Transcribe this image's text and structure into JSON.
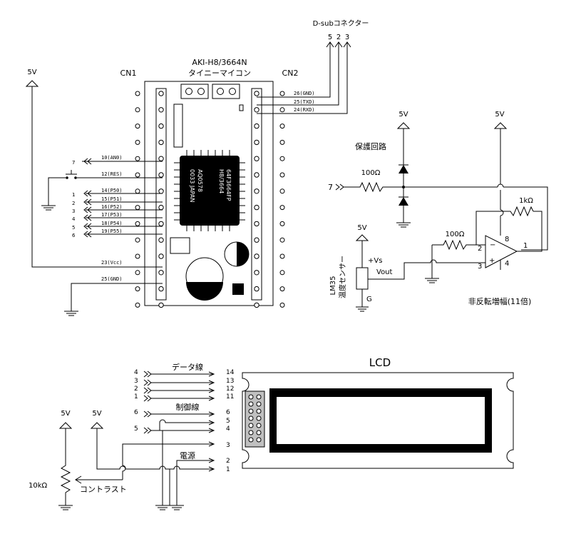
{
  "colors": {
    "ink": "#000000",
    "paper": "#ffffff",
    "lcd_frame": "#000000",
    "header_gray": "#c0c0c0"
  },
  "labels": {
    "dsub_title": "D-subコネクター",
    "dsub_pins": [
      "5",
      "2",
      "3"
    ],
    "mcu_name": "AKI-H8/3664N",
    "mcu_sub": "タイニーマイコン",
    "cn1": "CN1",
    "cn2": "CN2",
    "v5": "5V",
    "chip_line1": "64F3664FP",
    "chip_line2": "H8/3664",
    "chip_line3": "AQ0578",
    "chip_line4": "0033 JAPAN",
    "protect_title": "保護回路",
    "r100_a": "100Ω",
    "r100_b": "100Ω",
    "r1k": "1kΩ",
    "amp_title": "非反転増幅(11倍)",
    "lm35": "LM35",
    "temp_sensor": "温度センサー",
    "vs": "+Vs",
    "vout": "Vout",
    "gnd_g": "G",
    "op_pin2": "2",
    "op_pin3": "3",
    "op_pin8": "8",
    "op_pin4": "4",
    "op_pin1": "1",
    "op_minus": "−",
    "op_plus": "+",
    "node7": "7",
    "lcd": "LCD",
    "data_bus": "データ線",
    "control": "制御線",
    "power": "電源",
    "contrast": "コントラスト",
    "pot": "10kΩ"
  },
  "cn1_signals": [
    {
      "pin": "10(AN0)",
      "tag": "7"
    },
    {
      "pin": "12(RES)",
      "tag": ""
    },
    {
      "pin": "14(P50)",
      "tag": "1"
    },
    {
      "pin": "15(P51)",
      "tag": "2"
    },
    {
      "pin": "16(P52)",
      "tag": "3"
    },
    {
      "pin": "17(P53)",
      "tag": "4"
    },
    {
      "pin": "18(P54)",
      "tag": "5"
    },
    {
      "pin": "19(P55)",
      "tag": "6"
    },
    {
      "pin": "23(Vcc)",
      "tag": ""
    },
    {
      "pin": "25(GND)",
      "tag": ""
    }
  ],
  "cn2_signals": [
    "26(GND)",
    "25(TXD)",
    "24(RXD)"
  ],
  "lcd_data_lines": [
    {
      "tag": "4",
      "pin": "14"
    },
    {
      "tag": "3",
      "pin": "13"
    },
    {
      "tag": "2",
      "pin": "12"
    },
    {
      "tag": "1",
      "pin": "11"
    }
  ],
  "lcd_ctrl_lines": [
    {
      "tag": "6",
      "pin": "6"
    },
    {
      "tag": "",
      "pin": "5"
    },
    {
      "tag": "5",
      "pin": "4"
    }
  ],
  "lcd_power_pins": [
    "3",
    "2",
    "1"
  ]
}
